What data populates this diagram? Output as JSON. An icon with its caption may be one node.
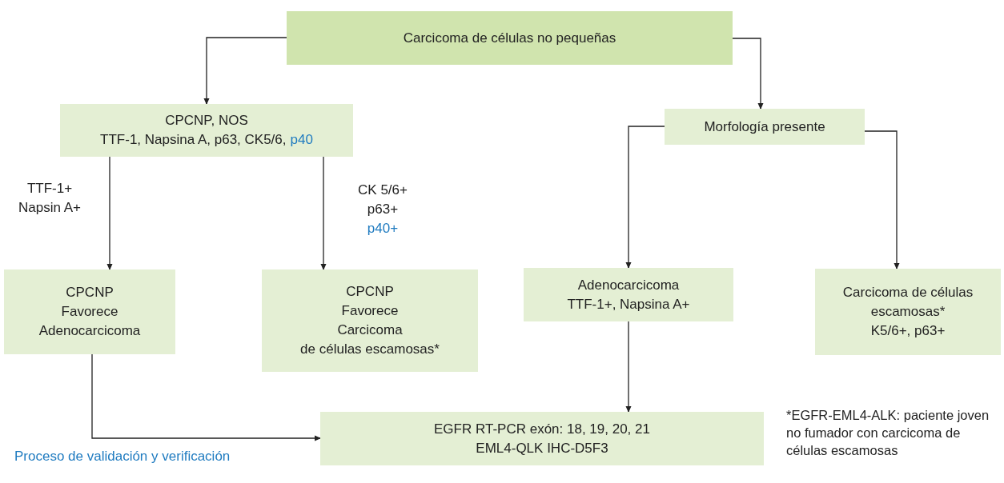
{
  "diagram": {
    "nodes": [
      {
        "text": [
          "Carcicoma de células no pequeñas"
        ]
      },
      {
        "text": [
          "CPCNP, NOS",
          "TTF-1, Napsina A, p63, CK5/6,",
          "p40"
        ]
      },
      {
        "text": [
          "Morfología presente"
        ]
      },
      {
        "text": [
          "CPCNP",
          "Favorece",
          "Adenocarcicoma"
        ]
      },
      {
        "text": [
          "CPCNP",
          "Favorece",
          "Carcicoma",
          "de células escamosas*"
        ]
      },
      {
        "text": [
          "Adenocarcicoma",
          "TTF-1+, Napsina A+"
        ]
      },
      {
        "text": [
          "Carcicoma de células escamosas*",
          "K5/6+, p63+"
        ]
      },
      {
        "text": [
          "EGFR RT-PCR exón: 18, 19, 20, 21",
          "EML4-QLK IHC-D5F3"
        ]
      }
    ],
    "edges": [
      {
        "from": 0,
        "to": 1,
        "arrow": "to"
      },
      {
        "from": 0,
        "to": 2,
        "arrow": "to"
      },
      {
        "from": 1,
        "to": 3,
        "arrow": "to"
      },
      {
        "from": 1,
        "to": 4,
        "arrow": "to"
      },
      {
        "from": 2,
        "to": 5,
        "arrow": "to"
      },
      {
        "from": 2,
        "to": 6,
        "arrow": "to"
      },
      {
        "from": 5,
        "to": 7,
        "arrow": "to"
      },
      {
        "from": 3,
        "to": 7,
        "arrow": "to"
      }
    ],
    "labels": [
      "TTF-1+ Napsin A+",
      "CK 5/6+ p63+",
      "p40+",
      "Proceso de validación y verificación",
      "*EGFR-EML4-ALK: paciente joven no fumador con carcicoma de células escamosas"
    ]
  }
}
